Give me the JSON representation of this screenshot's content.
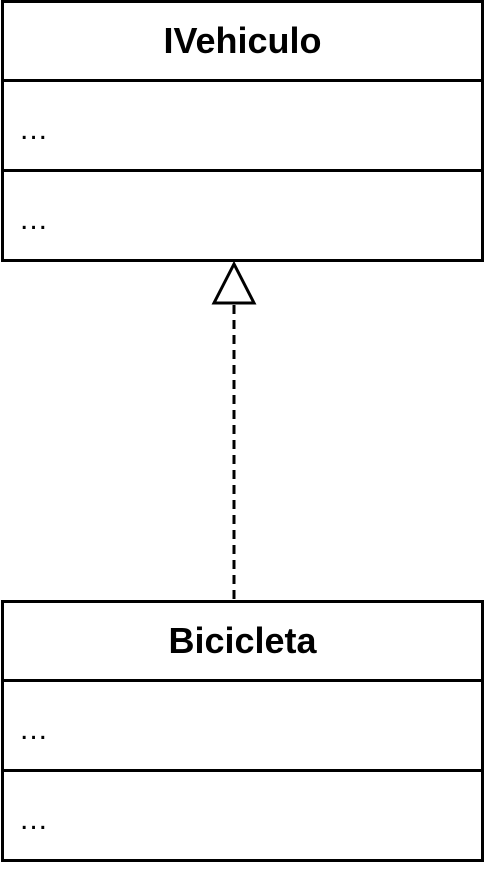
{
  "diagram": {
    "type": "uml-class-realization",
    "classes": [
      {
        "name": "IVehiculo",
        "attributes": "...",
        "methods": "..."
      },
      {
        "name": "Bicicleta",
        "attributes": "...",
        "methods": "..."
      }
    ],
    "relationship": {
      "from": "Bicicleta",
      "to": "IVehiculo",
      "kind": "realization",
      "line_style": "dashed",
      "arrowhead": "hollow-triangle"
    },
    "colors": {
      "stroke": "#000000",
      "fill": "#ffffff"
    }
  }
}
